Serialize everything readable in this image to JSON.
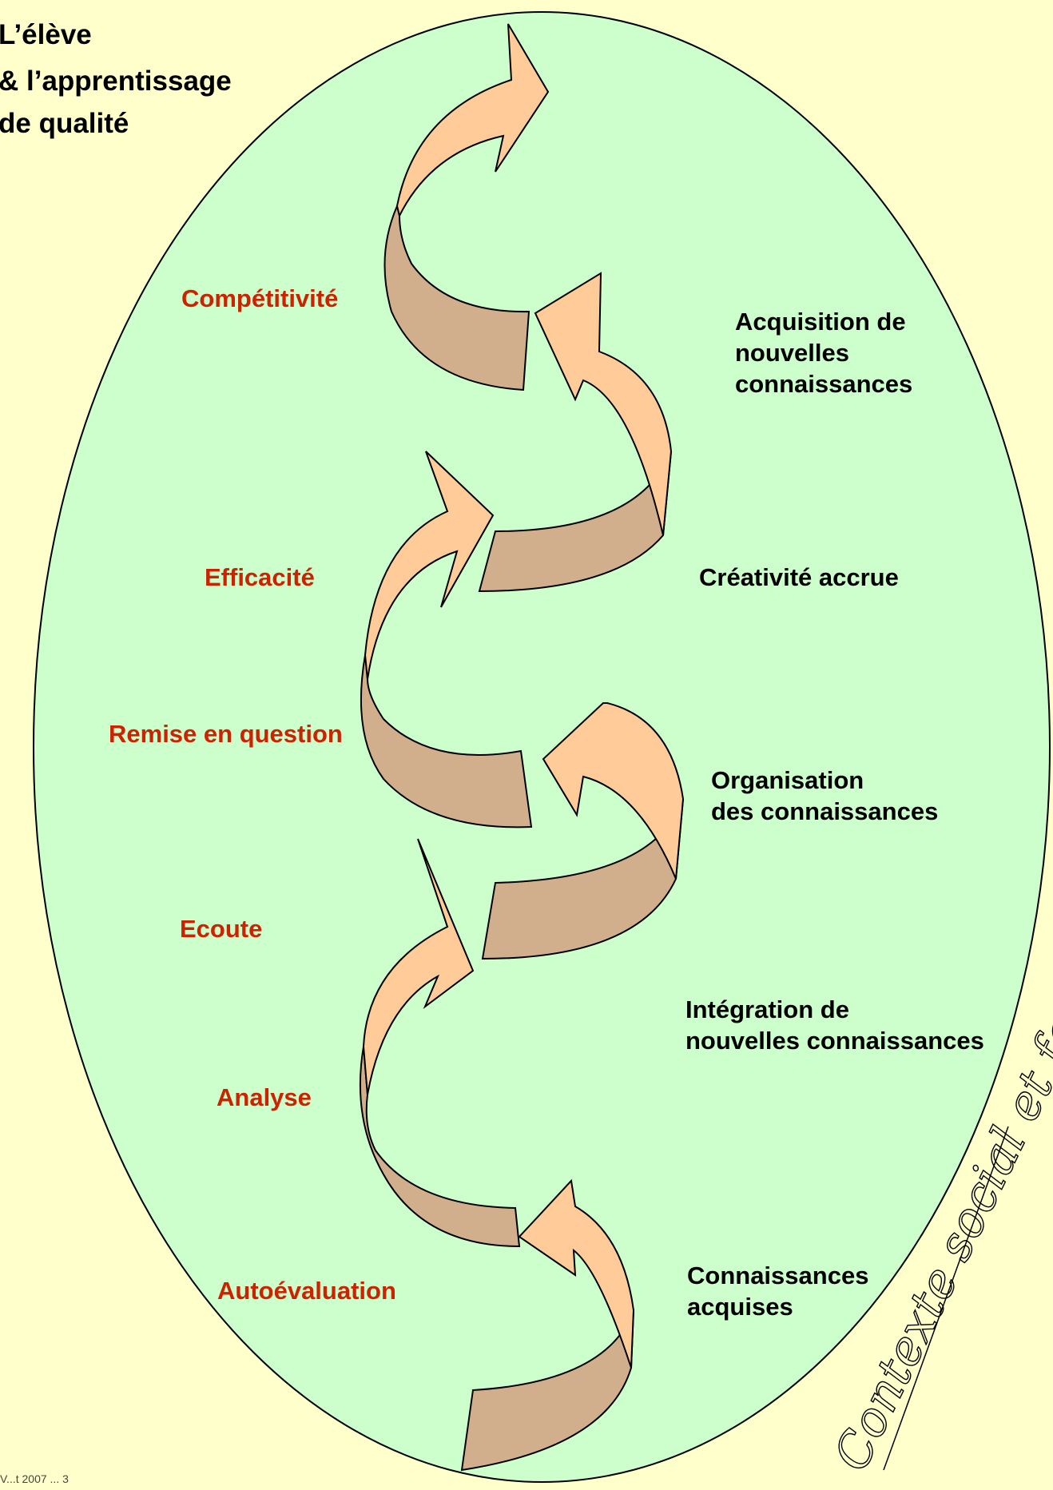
{
  "title": {
    "line1": "L’élève",
    "line2": "& l’apprentissage",
    "line3": "de qualité"
  },
  "left_labels": [
    "Compétitivité",
    "Efficacité",
    "Remise en question",
    "Ecoute",
    "Analyse",
    "Autoévaluation"
  ],
  "right_labels": [
    [
      "Acquisition de",
      "nouvelles",
      "connaissances"
    ],
    [
      "Créativité accrue"
    ],
    [
      "Organisation",
      "des connaissances"
    ],
    [
      "Intégration de",
      "nouvelles connaissances"
    ],
    [
      "Connaissances",
      "acquises"
    ]
  ],
  "context_label": "Contexte social et familial",
  "footer": "V...t 2007 ... 3",
  "colors": {
    "background": "#FFFFCC",
    "ellipse_fill": "#CCFFCC",
    "arrow_light": "#FFCC99",
    "arrow_dark": "#D2AF8C",
    "left_label": "#CC2200",
    "right_label": "#000000"
  }
}
